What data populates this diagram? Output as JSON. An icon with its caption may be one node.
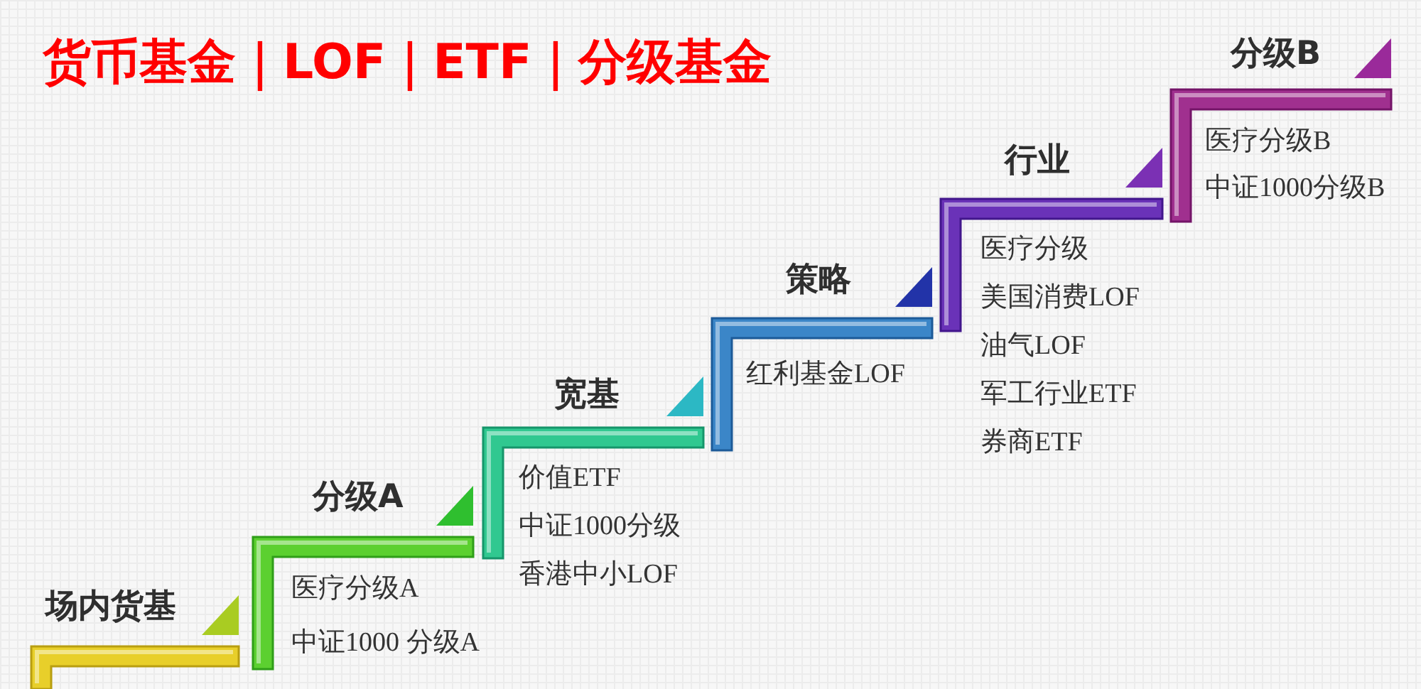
{
  "diagram": {
    "title": "货币基金｜LOF｜ETF｜分级基金",
    "nodes": [
      {
        "text": [
          "场内货基"
        ]
      },
      {
        "text": [
          "分级A",
          "医疗分级A",
          "中证1000 分级A"
        ]
      },
      {
        "text": [
          "宽基",
          "价值ETF",
          "中证1000分级",
          "香港中小LOF"
        ]
      },
      {
        "text": [
          "策略",
          "红利基金LOF"
        ]
      },
      {
        "text": [
          "行业",
          "医疗分级",
          "美国消费LOF",
          "油气LOF",
          "军工行业ETF",
          "券商ETF"
        ]
      },
      {
        "text": [
          "分级B",
          "医疗分级B",
          "中证1000分级B"
        ]
      }
    ]
  }
}
